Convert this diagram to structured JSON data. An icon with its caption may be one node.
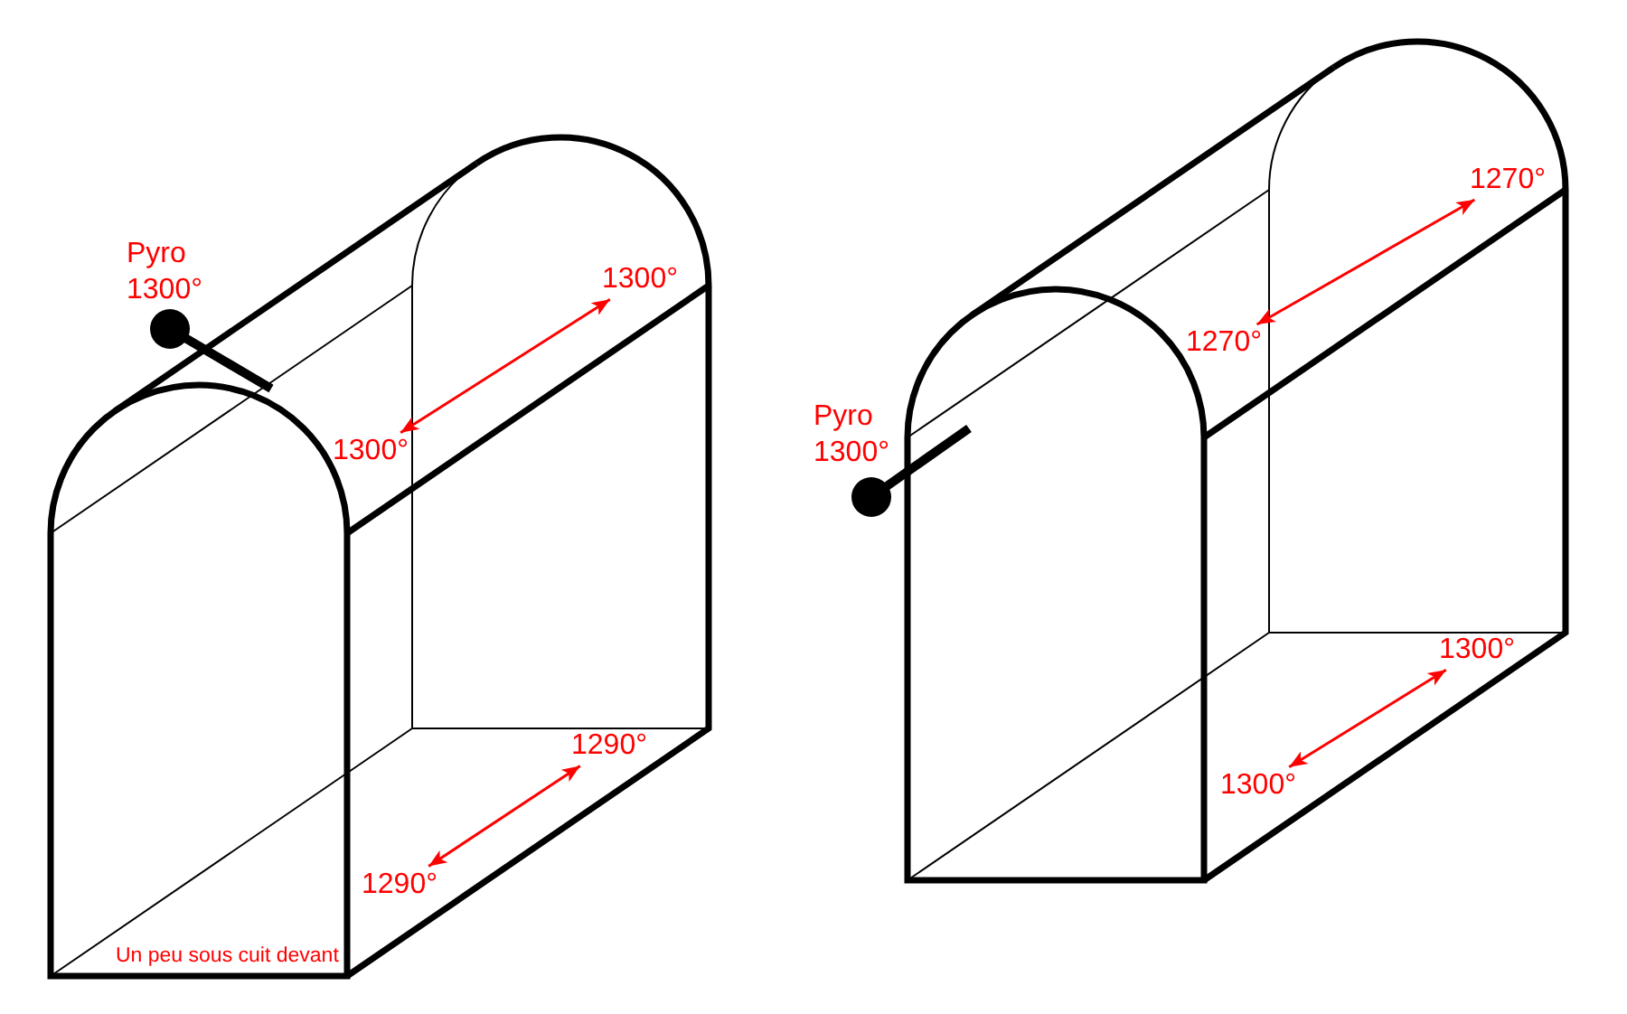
{
  "diagram": {
    "nodes": [
      {
        "text": [
          "1300°"
        ]
      },
      {
        "text": [
          "1300°"
        ]
      },
      {
        "text": [
          "1290°"
        ]
      },
      {
        "text": [
          "1290°"
        ]
      },
      {
        "text": [
          "1270°"
        ]
      },
      {
        "text": [
          "1270°"
        ]
      },
      {
        "text": [
          "1300°"
        ]
      },
      {
        "text": [
          "1300°"
        ]
      }
    ],
    "edges": [
      {
        "from": 0,
        "to": 1,
        "arrow": "both"
      },
      {
        "from": 2,
        "to": 3,
        "arrow": "both"
      },
      {
        "from": 4,
        "to": 5,
        "arrow": "both"
      },
      {
        "from": 6,
        "to": 7,
        "arrow": "both"
      }
    ],
    "labels": [
      "Pyro 1300°",
      "Pyro 1300°",
      "Un peu sous cuit devant"
    ]
  }
}
